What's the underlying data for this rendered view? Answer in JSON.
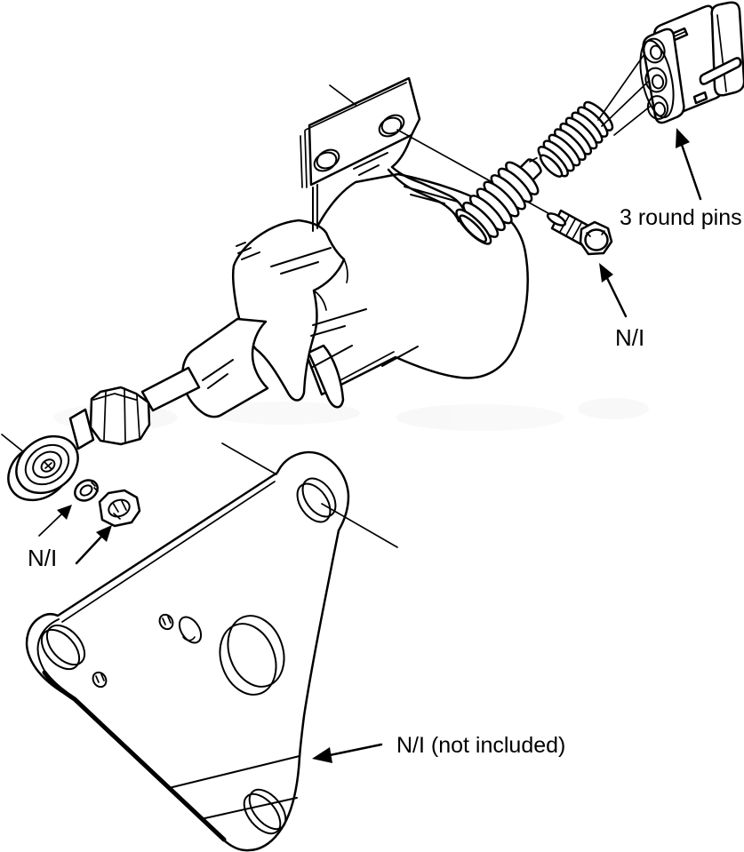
{
  "figure": {
    "type": "exploded-parts-diagram",
    "background_color": "#ffffff",
    "line_color": "#000000",
    "labels": {
      "round_pins": "3 round pins",
      "ni_bolt": "N/I",
      "ni_hardware": "N/I",
      "ni_plate": "N/I (not included)"
    }
  }
}
